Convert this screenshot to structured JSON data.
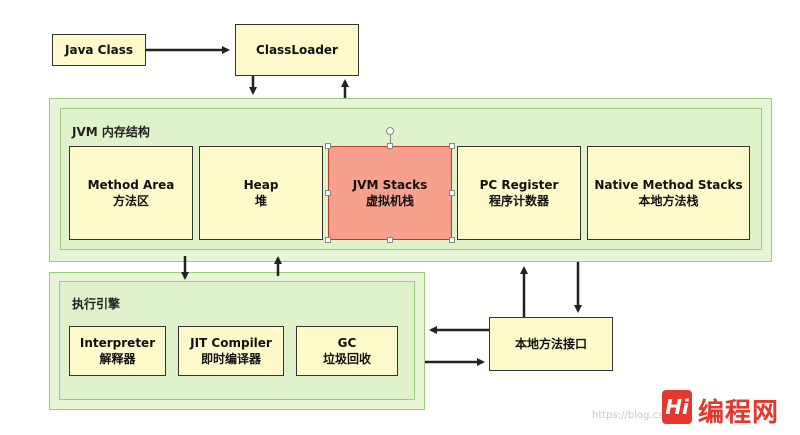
{
  "boxes": {
    "java_class": "Java Class",
    "classloader": "ClassLoader",
    "method_area": {
      "en": "Method Area",
      "zh": "方法区"
    },
    "heap": {
      "en": "Heap",
      "zh": "堆"
    },
    "jvm_stacks": {
      "en": "JVM Stacks",
      "zh": "虚拟机栈"
    },
    "pc_register": {
      "en": "PC Register",
      "zh": "程序计数器"
    },
    "native_method_stacks": {
      "en": "Native Method Stacks",
      "zh": "本地方法栈"
    },
    "interpreter": {
      "en": "Interpreter",
      "zh": "解释器"
    },
    "jit_compiler": {
      "en": "JIT Compiler",
      "zh": "即时编译器"
    },
    "gc": {
      "en": "GC",
      "zh": "垃圾回收"
    },
    "native_interface": "本地方法接口"
  },
  "sections": {
    "jvm_memory": "JVM 内存结构",
    "execution_engine": "执行引擎"
  },
  "watermark": {
    "logo": "Hi",
    "text": "编程网",
    "csdn": "https://blog.csdn"
  },
  "colors": {
    "box_fill": "#fffacc",
    "selected_fill": "#f7a08d",
    "container_fill": "#e6f5d5",
    "container_border": "#9ccc7a",
    "arrow": "#222222"
  }
}
